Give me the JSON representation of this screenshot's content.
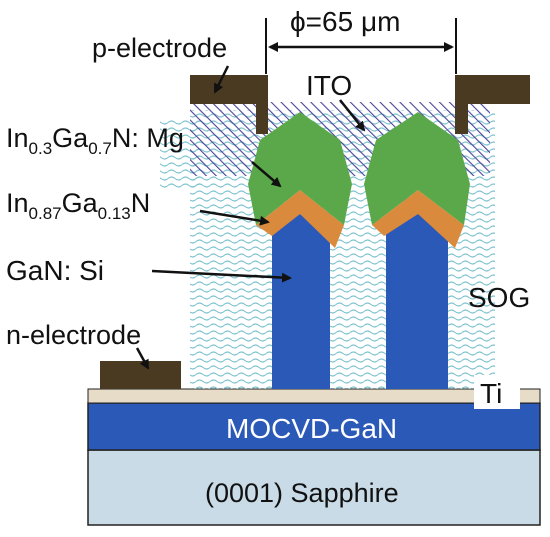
{
  "labels": {
    "diameter": "ϕ=65 μm",
    "p_electrode": "p-electrode",
    "ito": "ITO",
    "ingan_mg": {
      "base": "In",
      "sub1": "0.3",
      "mid": "Ga",
      "sub2": "0.7",
      "tail": "N: Mg"
    },
    "ingan": {
      "base": "In",
      "sub1": "0.87",
      "mid": "Ga",
      "sub2": "0.13",
      "tail": "N"
    },
    "gan_si": "GaN: Si",
    "sog": "SOG",
    "n_electrode": "n-electrode",
    "ti": "Ti",
    "mocvd_gan": "MOCVD-GaN",
    "sapphire": "(0001) Sapphire"
  },
  "colors": {
    "sapphire": "#c9dbe6",
    "mocvd_gan": "#2b59b8",
    "ti": "#e6dcc8",
    "electrode": "#4a3a22",
    "green": "#5aa84a",
    "orange": "#d98a3c",
    "blue": "#2b59b8",
    "sog_wave": "#7fc3cf",
    "ito_hatch": "#4b4398"
  }
}
